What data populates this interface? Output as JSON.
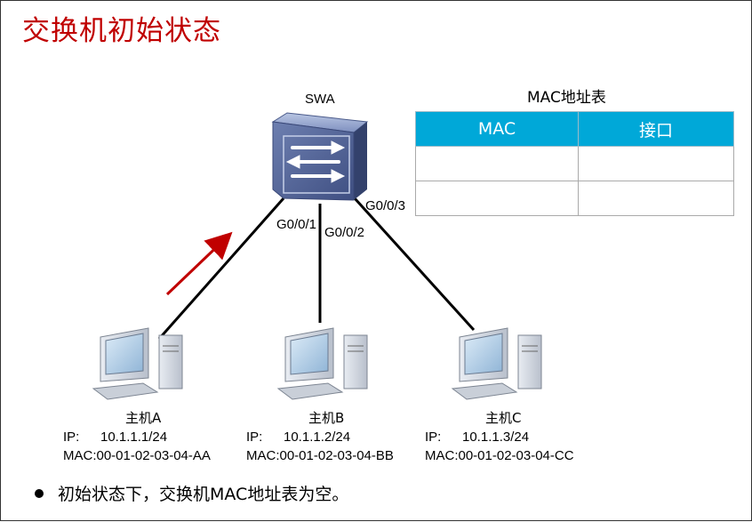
{
  "title": "交换机初始状态",
  "switch": {
    "name": "SWA"
  },
  "ports": [
    "G0/0/1",
    "G0/0/2",
    "G0/0/3"
  ],
  "hosts": [
    {
      "name": "主机A",
      "ip_label": "IP:",
      "ip": "10.1.1.1/24",
      "mac": "MAC:00-01-02-03-04-AA"
    },
    {
      "name": "主机B",
      "ip_label": "IP:",
      "ip": "10.1.1.2/24",
      "mac": "MAC:00-01-02-03-04-BB"
    },
    {
      "name": "主机C",
      "ip_label": "IP:",
      "ip": "10.1.1.3/24",
      "mac": "MAC:00-01-02-03-04-CC"
    }
  ],
  "mac_table": {
    "title": "MAC地址表",
    "headers": [
      "MAC",
      "接口"
    ],
    "rows": [
      [
        "",
        ""
      ],
      [
        "",
        ""
      ]
    ]
  },
  "note": "初始状态下，交换机MAC地址表为空。",
  "colors": {
    "title": "#c00000",
    "header_bg": "#00a8d8",
    "arrow": "#c00000",
    "switch": "#5a6b95"
  }
}
